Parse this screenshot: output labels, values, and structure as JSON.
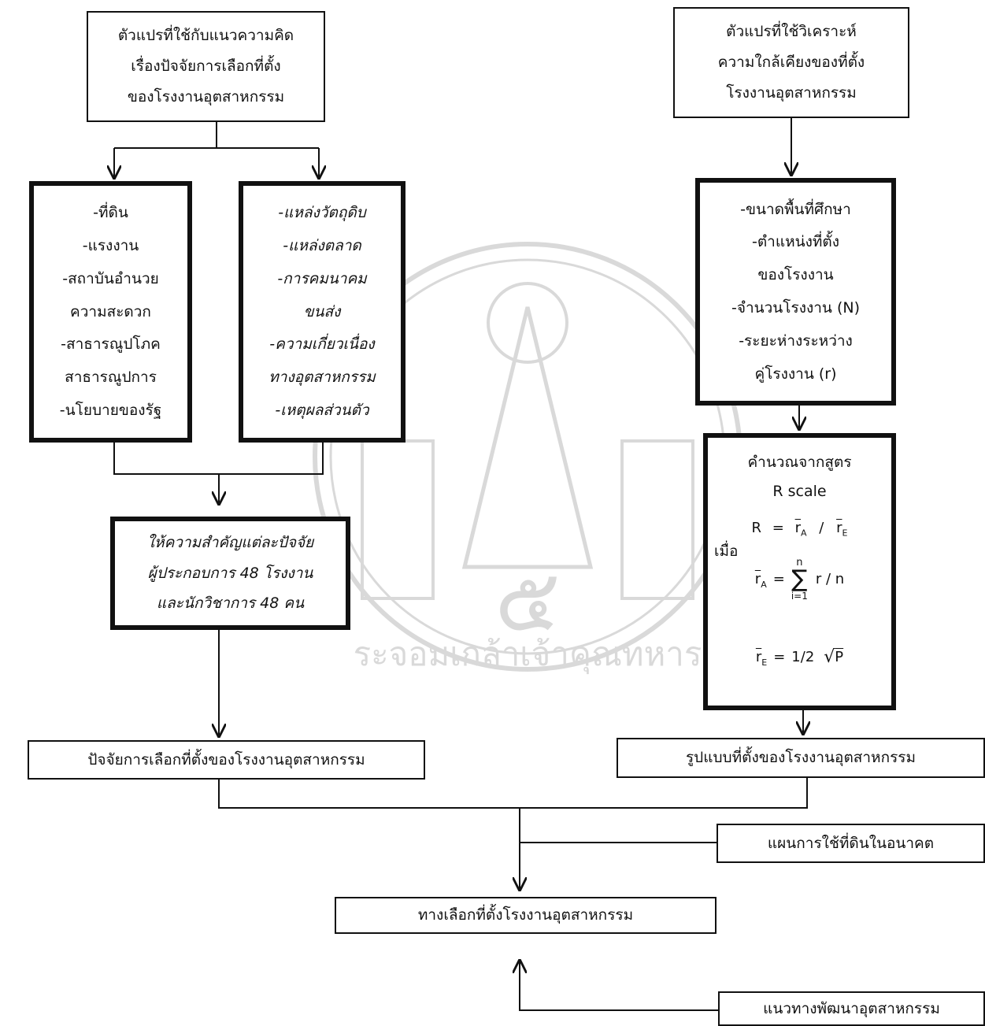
{
  "top_left": {
    "lines": [
      "ตัวแปรที่ใช้กับแนวความคิด",
      "เรื่องปัจจัยการเลือกที่ตั้ง",
      "ของโรงงานอุตสาหกรรม"
    ]
  },
  "top_right": {
    "lines": [
      "ตัวแปรที่ใช้วิเคราะห์",
      "ความใกล้เคียงของที่ตั้ง",
      "โรงงานอุตสาหกรรม"
    ]
  },
  "factors_a": {
    "lines": [
      "-ที่ดิน",
      "-แรงงาน",
      "-สถาบันอำนวย",
      "ความสะดวก",
      "-สาธารณูปโภค",
      "สาธารณูปการ",
      "-นโยบายของรัฐ"
    ]
  },
  "factors_b": {
    "lines": [
      "-แหล่งวัตถุดิบ",
      "-แหล่งตลาด",
      "-การคมนาคม",
      "ขนส่ง",
      "-ความเกี่ยวเนื่อง",
      "ทางอุตสาหกรรม",
      "-เหตุผลส่วนตัว"
    ]
  },
  "variables": {
    "lines": [
      "-ขนาดพื้นที่ศึกษา",
      "-ตำแหน่งที่ตั้ง",
      "ของโรงงาน",
      "-จำนวนโรงงาน (N)",
      "-ระยะห่างระหว่าง",
      "คู่โรงงาน (r)"
    ]
  },
  "importance": {
    "lines": [
      "ให้ความสำคัญแต่ละปัจจัย",
      "ผู้ประกอบการ 48 โรงงาน",
      "และนักวิชาการ 48 คน"
    ]
  },
  "formula": {
    "title": "คำนวณจากสูตร",
    "name": "R scale",
    "r_lhs": "R",
    "eq": "=",
    "ra": "r",
    "ra_sub": "A",
    "slash": "/",
    "re": "r",
    "re_sub": "E",
    "when": "เมื่อ",
    "sum_top": "n",
    "sum_sym": "∑",
    "sum_bottom": "i=1",
    "sum_body": "r / n",
    "half": "1/2",
    "sqrt": "√",
    "p": "P"
  },
  "factor_choice": "ปัจจัยการเลือกที่ตั้งของโรงงานอุตสาหกรรม",
  "location_pattern": "รูปแบบที่ตั้งของโรงงานอุตสาหกรรม",
  "land_use": "แผนการใช้ที่ดินในอนาคต",
  "alternatives": "ทางเลือกที่ตั้งโรงงานอุตสาหกรรม",
  "dev_guide": "แนวทางพัฒนาอุตสาหกรรม",
  "watermark": {
    "arc_text": "ระจอมเกล้าเจ้าคุณทหาร",
    "digit": "๕"
  }
}
